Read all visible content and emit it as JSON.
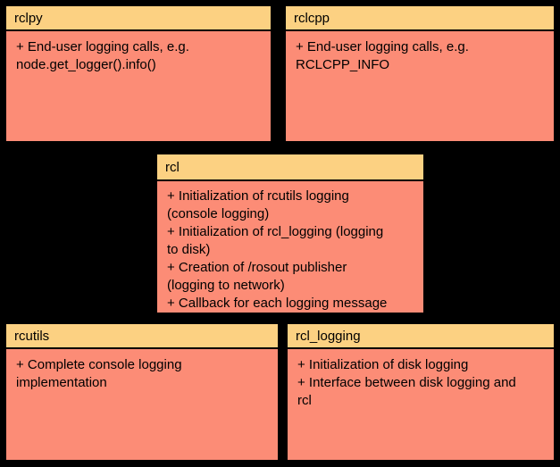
{
  "diagram": {
    "description": "ROS 2 logging architecture module diagram",
    "background_color": "#000000",
    "box_header_color": "#FCD182",
    "box_body_color": "#FC8C76",
    "border_color": "#000000",
    "text_color": "#000000",
    "boxes": [
      {
        "title": "rclpy",
        "body": "+ End-user logging calls, e.g.\nnode.get_logger().info()"
      },
      {
        "title": "rclcpp",
        "body": "+ End-user logging calls, e.g.\nRCLCPP_INFO"
      },
      {
        "title": "rcl",
        "body": "+ Initialization of rcutils logging\n(console logging)\n+ Initialization of rcl_logging (logging\nto disk)\n+ Creation of /rosout publisher\n(logging to network)\n+ Callback for each logging message"
      },
      {
        "title": "rcutils",
        "body": "+ Complete console logging\nimplementation"
      },
      {
        "title": "rcl_logging",
        "body": "+ Initialization of disk logging\n+ Interface between disk logging and\nrcl"
      }
    ]
  }
}
